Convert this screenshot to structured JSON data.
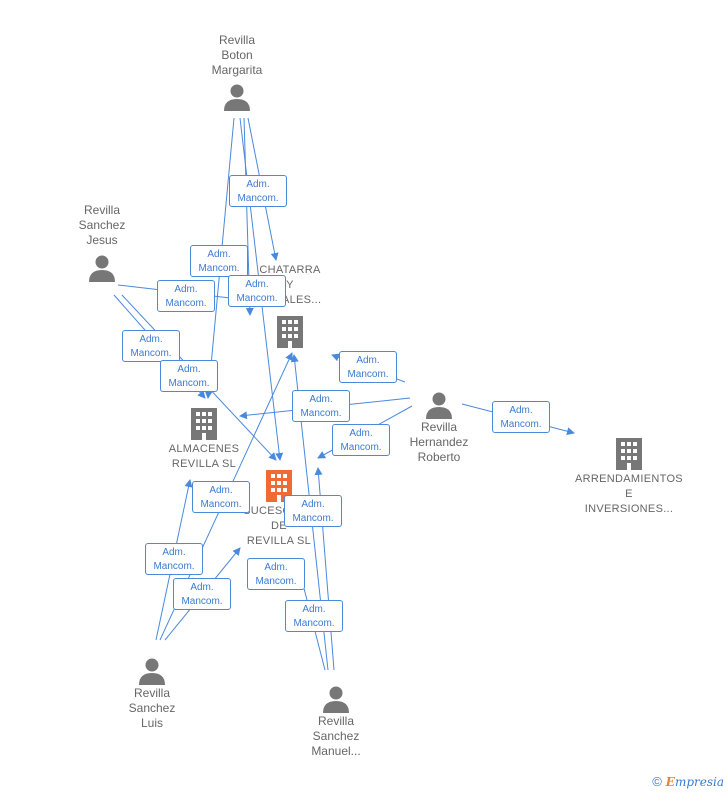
{
  "nodes": {
    "p1": {
      "label": "Revilla\nBoton\nMargarita"
    },
    "p2": {
      "label": "Revilla\nSanchez\nJesus"
    },
    "p3": {
      "label": "Revilla\nHernandez\nRoberto"
    },
    "p4": {
      "label": "Revilla\nSanchez\nLuis"
    },
    "p5": {
      "label": "Revilla\nSanchez\nManuel..."
    },
    "c1": {
      "label": "CHATARRA\nY\nMETALES..."
    },
    "c2": {
      "label": "ALMACENES\nREVILLA SL"
    },
    "c3": {
      "label": "SUCESORES\nDE\nREVILLA SL"
    },
    "c4": {
      "label": "ARRENDAMIENTOS\nE\nINVERSIONES..."
    }
  },
  "edge_label": {
    "line1": "Adm.",
    "line2": "Mancom."
  },
  "colors": {
    "edge": "#4a89dc",
    "person": "#777777",
    "company": "#777777",
    "highlight": "#f06a35"
  },
  "footer": {
    "copyright": "©",
    "brand_initial": "E",
    "brand_rest": "mpresia"
  }
}
